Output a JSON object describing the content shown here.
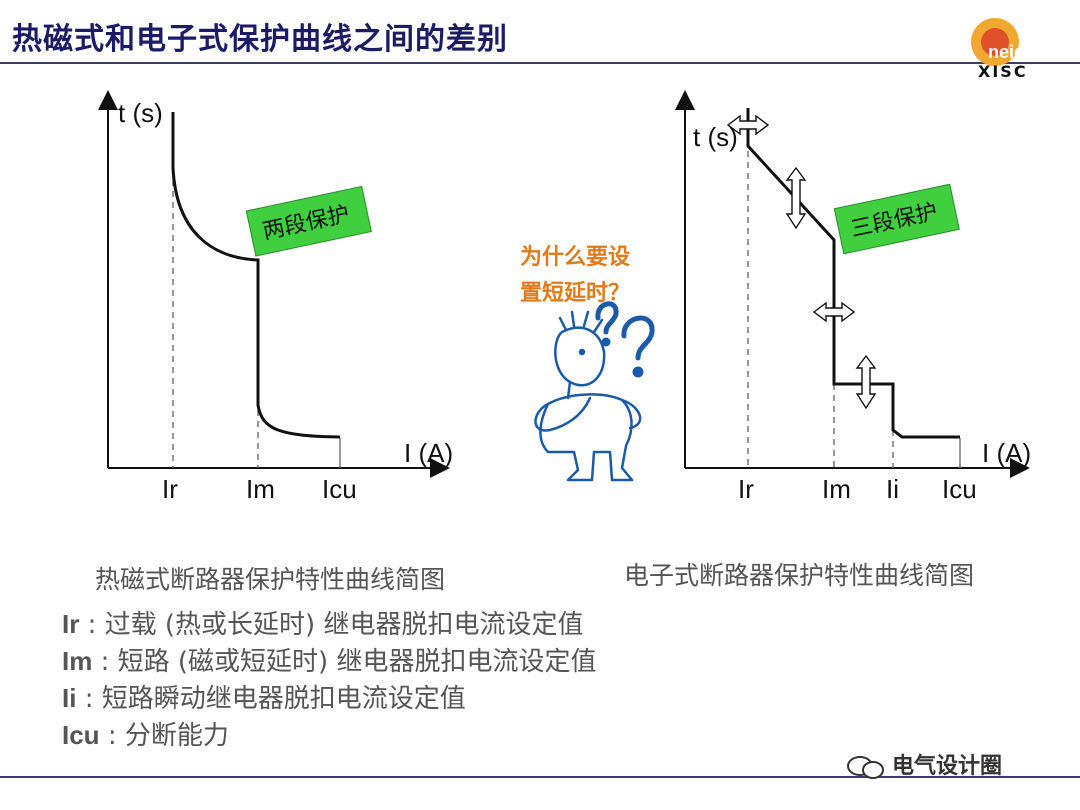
{
  "title": "热磁式和电子式保护曲线之间的差别",
  "logo": {
    "text_fragment": "neido",
    "text": "XISC"
  },
  "left_diagram": {
    "y_axis_label": "t (s)",
    "x_axis_label": "I (A)",
    "ticks": [
      "Ir",
      "Im",
      "Icu"
    ],
    "badge": "两段保护",
    "caption": "热磁式断路器保护特性曲线简图"
  },
  "right_diagram": {
    "y_axis_label": "t (s)",
    "x_axis_label": "I (A)",
    "ticks": [
      "Ir",
      "Im",
      "Ii",
      "Icu"
    ],
    "badge": "三段保护",
    "caption": "电子式断路器保护特性曲线简图"
  },
  "question": {
    "line1": "为什么要设",
    "line2": "置短延时？"
  },
  "legend": [
    {
      "term": "Ir",
      "desc": " : 过载 (热或长延时) 继电器脱扣电流设定值"
    },
    {
      "term": "Im",
      "desc": " : 短路 (磁或短延时) 继电器脱扣电流设定值"
    },
    {
      "term": "Ii",
      "desc": " : 短路瞬动继电器脱扣电流设定值"
    },
    {
      "term": "Icu",
      "desc": " : 分断能力"
    }
  ],
  "watermark": "电气设计圈",
  "colors": {
    "title": "#1b1b66",
    "badge_fill": "#3fcf3f",
    "question_text": "#e07a1a",
    "figure_outline": "#1a5aa8",
    "caption_gray": "#555555"
  }
}
